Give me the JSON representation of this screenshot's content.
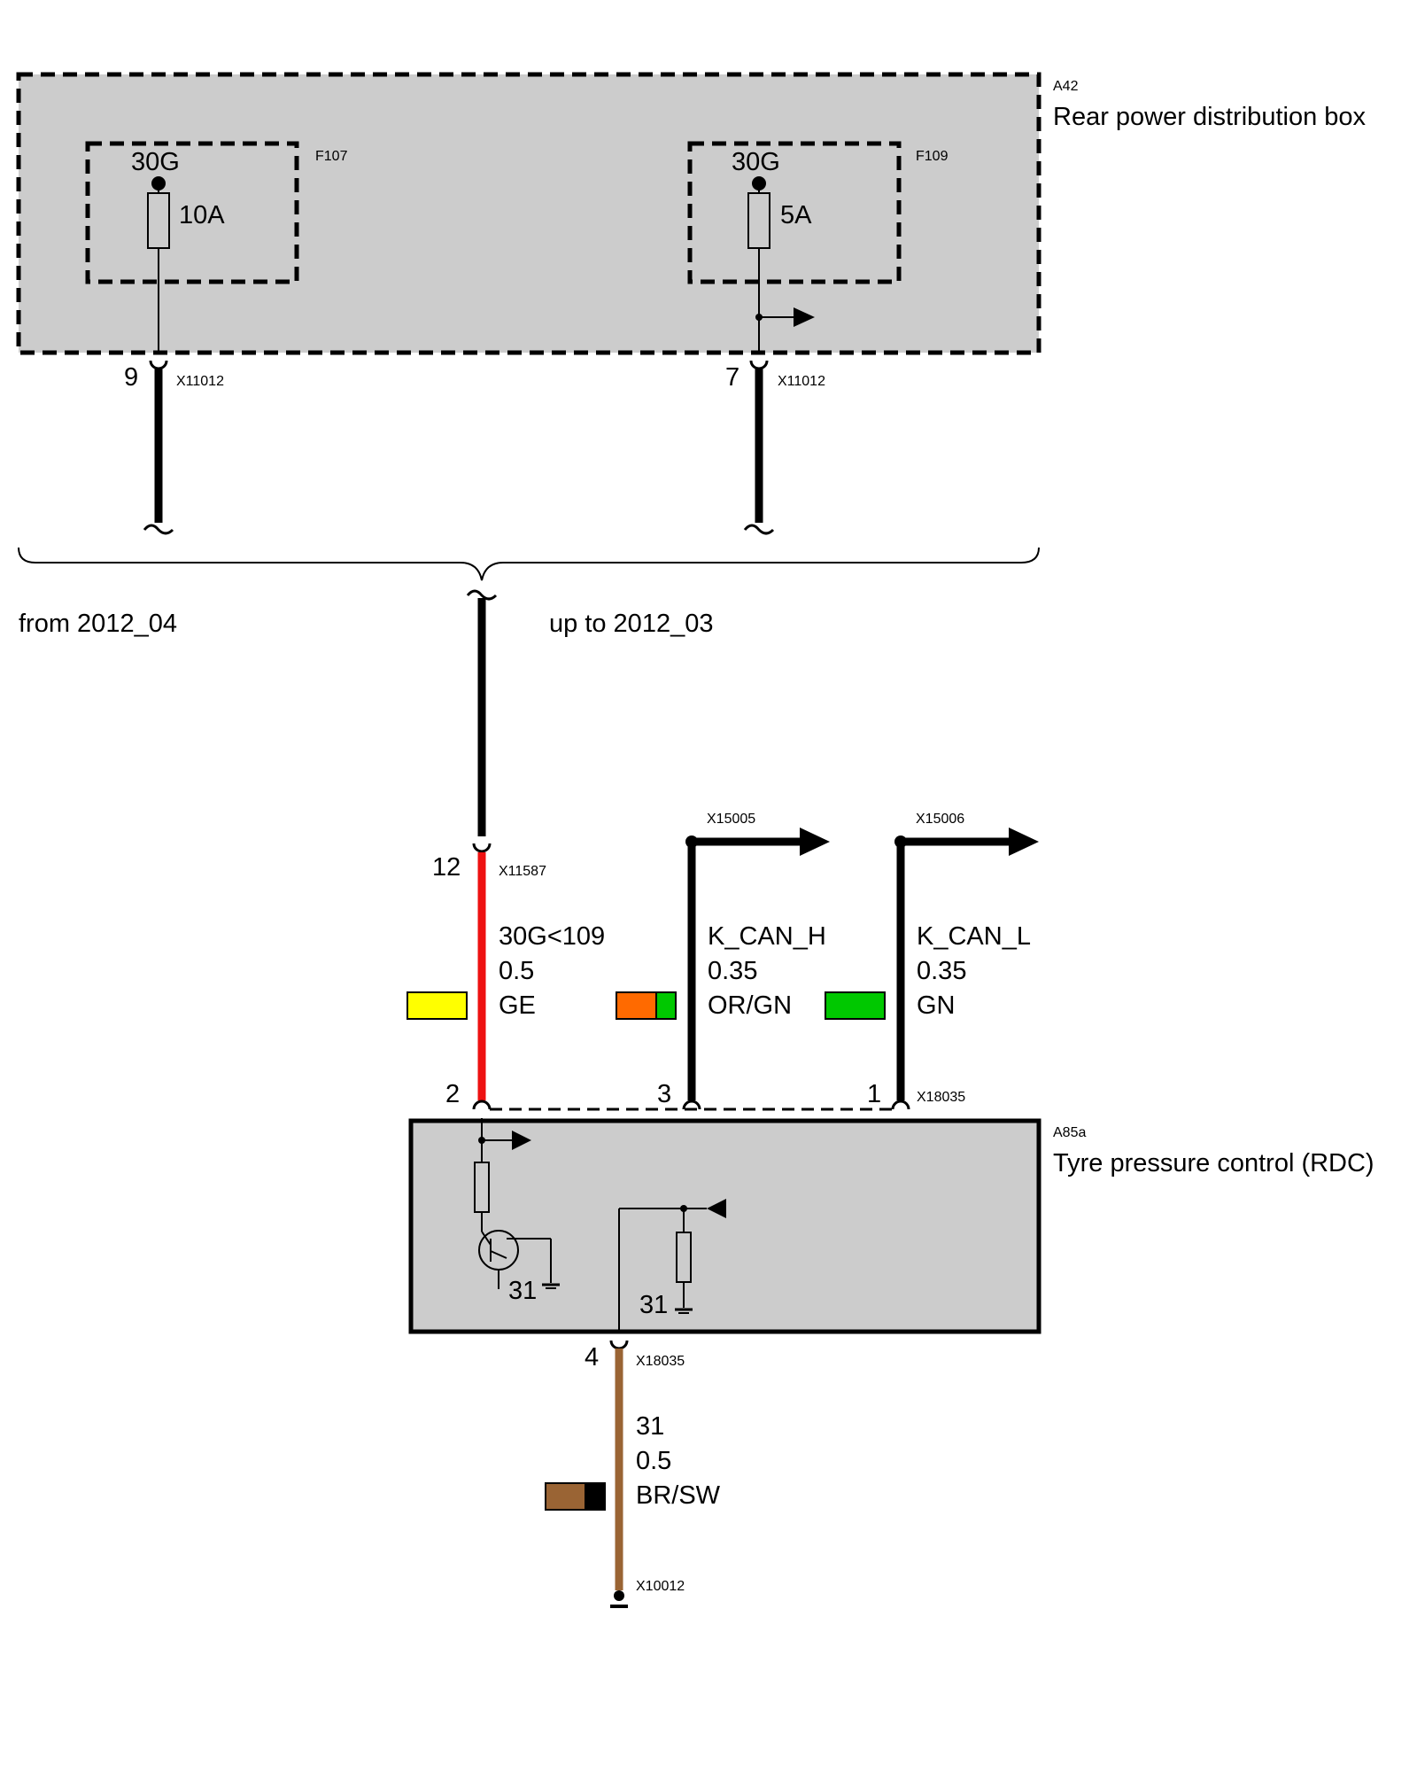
{
  "modules": {
    "a42": {
      "id": "A42",
      "name": "Rear power distribution box"
    },
    "a85a": {
      "id": "A85a",
      "name": "Tyre pressure control (RDC)"
    }
  },
  "fuses": {
    "f107": {
      "id": "F107",
      "terminal": "30G",
      "rating": "10A"
    },
    "f109": {
      "id": "F109",
      "terminal": "30G",
      "rating": "5A"
    }
  },
  "connectors": {
    "x11012": "X11012",
    "x11587": "X11587",
    "x15005": "X15005",
    "x15006": "X15006",
    "x18035": "X18035",
    "x10012": "X10012"
  },
  "pins": {
    "p9": "9",
    "p7": "7",
    "p12": "12",
    "p2": "2",
    "p3": "3",
    "p1": "1",
    "p4": "4"
  },
  "variants": {
    "left": "from 2012_04",
    "right": "up to 2012_03"
  },
  "wires": {
    "w30g": {
      "signal": "30G<109",
      "size": "0.5",
      "color_code": "GE",
      "swatch": [
        "#ffff00"
      ]
    },
    "wcanh": {
      "signal": "K_CAN_H",
      "size": "0.35",
      "color_code": "OR/GN",
      "swatch": [
        "#ff6a00",
        "#00c800"
      ]
    },
    "wcanl": {
      "signal": "K_CAN_L",
      "size": "0.35",
      "color_code": "GN",
      "swatch": [
        "#00c800"
      ]
    },
    "wgnd": {
      "signal": "31",
      "size": "0.5",
      "color_code": "BR/SW",
      "swatch": [
        "#9a6434",
        "#000000"
      ]
    }
  },
  "internal_ground": {
    "left": "31",
    "right": "31"
  },
  "colors": {
    "module_fill": "#cccccc",
    "wire_red": "#ee1111",
    "wire_brown": "#9a6434",
    "wire_black": "#000000"
  }
}
